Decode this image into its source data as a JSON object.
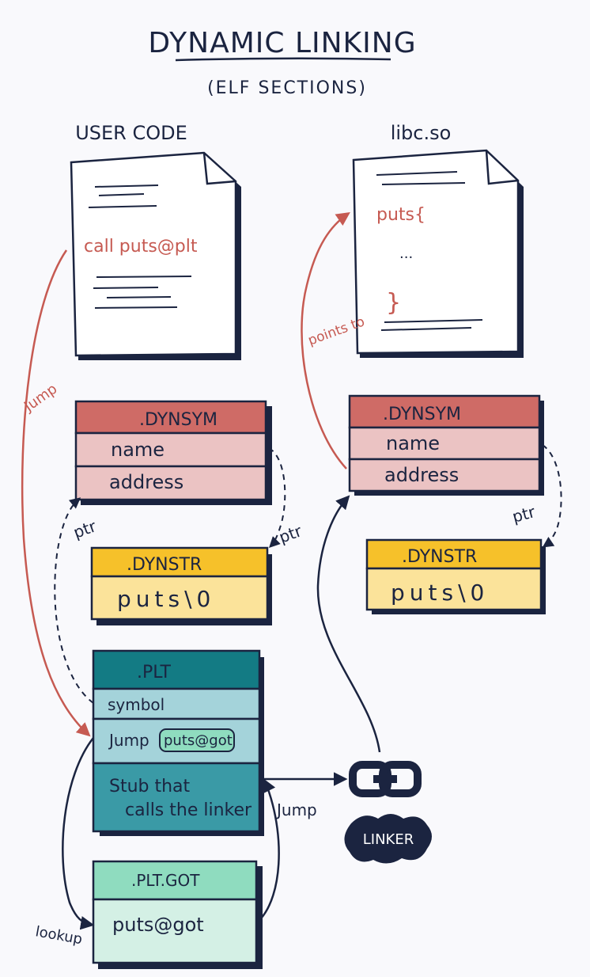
{
  "title": "DYNAMIC LINKING",
  "subtitle": "(ELF SECTIONS)",
  "colors": {
    "ink": "#1b2440",
    "red_accent": "#c65a52",
    "dynsym_header": "#cf6b66",
    "dynsym_body": "#ebc3c3",
    "dynstr_header": "#f6c12a",
    "dynstr_body": "#fbe39a",
    "plt_header": "#137b84",
    "plt_row": "#a4d3da",
    "plt_stub": "#3a9aa6",
    "pltgot_header": "#8fdcbf",
    "pltgot_body": "#d4f0e5"
  },
  "user_code": {
    "heading": "USER CODE",
    "code_line": "call puts@plt"
  },
  "libc": {
    "heading": "libc.so",
    "fn_open": "puts{",
    "ellipsis": "...",
    "fn_close": "}"
  },
  "left": {
    "dynsym": {
      "header": ".DYNSYM",
      "row_name": "name",
      "row_address": "address"
    },
    "dynstr": {
      "header": ".DYNSTR",
      "value": "puts\\0"
    },
    "plt": {
      "header": ".PLT",
      "row_symbol": "symbol",
      "row_jump": "Jump",
      "jump_target": "puts@got",
      "stub_line1": "Stub that",
      "stub_line2": "calls the linker"
    },
    "pltgot": {
      "header": ".PLT.GOT",
      "value": "puts@got"
    }
  },
  "right": {
    "dynsym": {
      "header": ".DYNSYM",
      "row_name": "name",
      "row_address": "address"
    },
    "dynstr": {
      "header": ".DYNSTR",
      "value": "puts\\0"
    }
  },
  "linker": {
    "label": "LINKER",
    "icon": "chain-link-icon"
  },
  "arrow_labels": {
    "jump_left": "Jump",
    "points_to": "points to",
    "ptr_left": "ptr",
    "ptr_middle": "ptr",
    "ptr_right": "ptr",
    "jump_linker": "Jump",
    "lookup": "lookup"
  }
}
